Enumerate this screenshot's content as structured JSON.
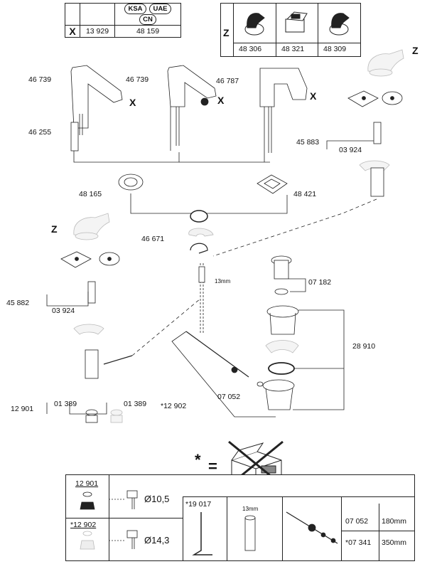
{
  "top_left_table": {
    "badges": [
      "KSA",
      "UAE",
      "CN"
    ],
    "marker": "X",
    "part_a": "13 929",
    "part_b": "48 159"
  },
  "top_right_table": {
    "marker": "Z",
    "parts": [
      "48 306",
      "48 321",
      "48 309"
    ]
  },
  "callouts": {
    "faucet1_top": "46 739",
    "faucet1_cart": "46 255",
    "faucet2_top": "46 739",
    "faucet3_top": "46 787",
    "ring_round": "48 165",
    "ring_square": "48 421",
    "nut": "46 671",
    "valve_right": "45 883",
    "oring_right": "03 924",
    "valve_left": "45 882",
    "oring_left": "03 924",
    "waste_top": "07 182",
    "waste_set": "28 910",
    "pop_rod": "07 052",
    "rod_dim": "13mm",
    "seal_a": "01 389",
    "seal_b": "01 389",
    "kit_a": "12 901",
    "kit_b": "*12 902",
    "marker_x": "X",
    "marker_z": "Z"
  },
  "legend": {
    "asterisk": "*",
    "equals": "="
  },
  "bottom_table": {
    "kit_a": "12 901",
    "kit_b": "*12 902",
    "dia_a": "Ø10,5",
    "dia_b": "Ø14,3",
    "tool": "*19 017",
    "dim": "13mm",
    "rod_a": "07 052",
    "rod_a_len": "180mm",
    "rod_b": "*07 341",
    "rod_b_len": "350mm"
  }
}
